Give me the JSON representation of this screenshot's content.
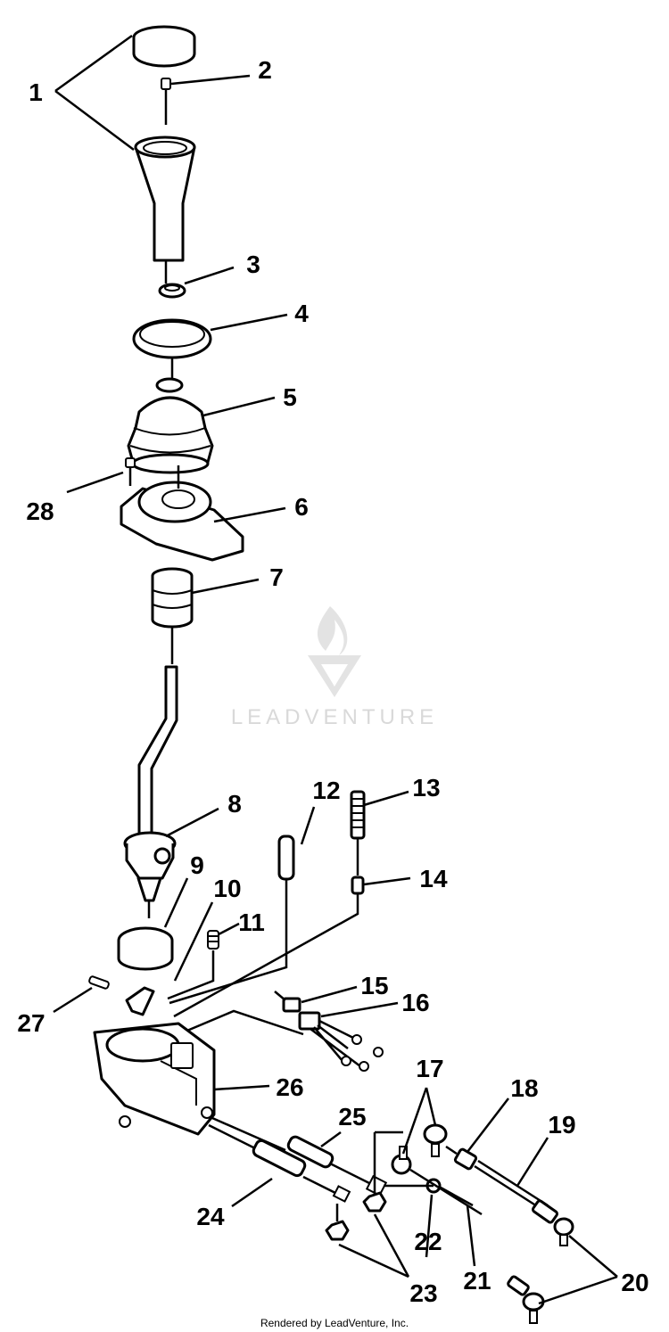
{
  "callouts": [
    "1",
    "2",
    "3",
    "4",
    "5",
    "6",
    "7",
    "8",
    "9",
    "10",
    "11",
    "12",
    "13",
    "14",
    "15",
    "16",
    "17",
    "18",
    "19",
    "20",
    "21",
    "22",
    "23",
    "24",
    "25",
    "26",
    "27",
    "28"
  ],
  "watermark": {
    "text": "LEADVENTURE"
  },
  "footer": {
    "text": "Rendered by LeadVenture, Inc."
  }
}
